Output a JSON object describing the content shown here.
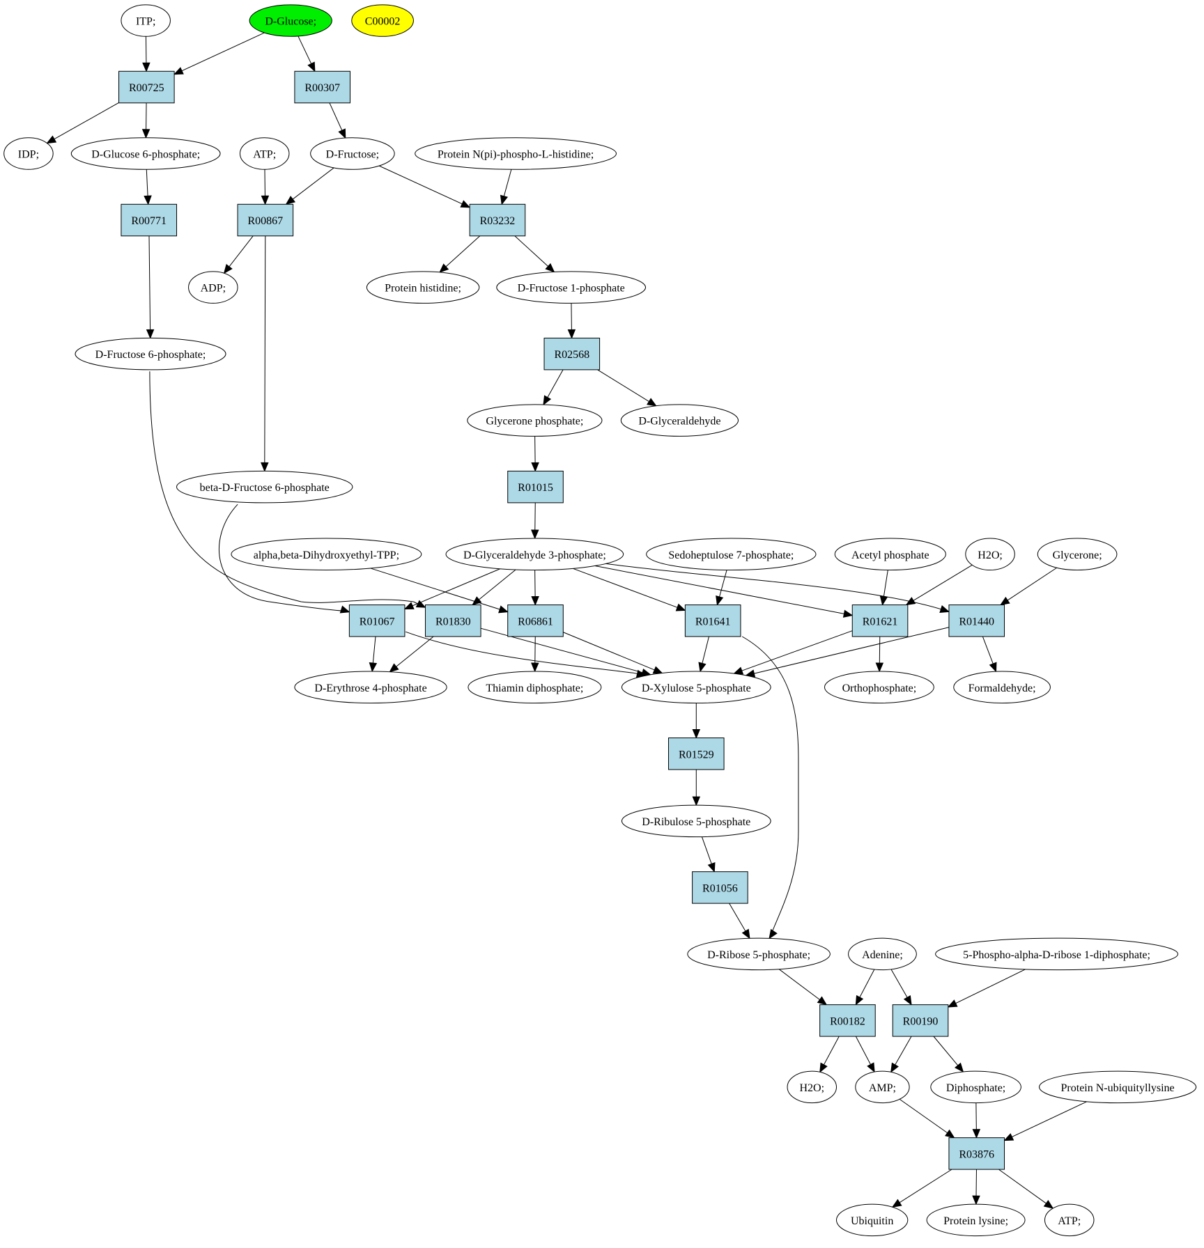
{
  "colors": {
    "reaction_fill": "#add8e6",
    "compound_fill": "#ffffff",
    "start_fill": "#00ee00",
    "target_fill": "#ffff00"
  },
  "nodes": [
    {
      "id": "ITP",
      "label": "ITP;",
      "kind": "compound"
    },
    {
      "id": "DGlc",
      "label": "D-Glucose;",
      "kind": "start"
    },
    {
      "id": "C00002",
      "label": "C00002",
      "kind": "target"
    },
    {
      "id": "R00725",
      "label": "R00725",
      "kind": "reaction"
    },
    {
      "id": "R00307",
      "label": "R00307",
      "kind": "reaction"
    },
    {
      "id": "IDP",
      "label": "IDP;",
      "kind": "compound"
    },
    {
      "id": "G6P",
      "label": "D-Glucose 6-phosphate;",
      "kind": "compound"
    },
    {
      "id": "ATP1",
      "label": "ATP;",
      "kind": "compound"
    },
    {
      "id": "DFru",
      "label": "D-Fructose;",
      "kind": "compound"
    },
    {
      "id": "PNpi",
      "label": "Protein N(pi)-phospho-L-histidine;",
      "kind": "compound"
    },
    {
      "id": "R00771",
      "label": "R00771",
      "kind": "reaction"
    },
    {
      "id": "R00867",
      "label": "R00867",
      "kind": "reaction"
    },
    {
      "id": "R03232",
      "label": "R03232",
      "kind": "reaction"
    },
    {
      "id": "ADP",
      "label": "ADP;",
      "kind": "compound"
    },
    {
      "id": "PHis",
      "label": "Protein histidine;",
      "kind": "compound"
    },
    {
      "id": "F1P",
      "label": "D-Fructose 1-phosphate",
      "kind": "compound"
    },
    {
      "id": "F6P",
      "label": "D-Fructose 6-phosphate;",
      "kind": "compound"
    },
    {
      "id": "R02568",
      "label": "R02568",
      "kind": "reaction"
    },
    {
      "id": "DHAP",
      "label": "Glycerone phosphate;",
      "kind": "compound"
    },
    {
      "id": "DGA",
      "label": "D-Glyceraldehyde",
      "kind": "compound"
    },
    {
      "id": "R01015",
      "label": "R01015",
      "kind": "reaction"
    },
    {
      "id": "bF6P",
      "label": "beta-D-Fructose 6-phosphate",
      "kind": "compound"
    },
    {
      "id": "TPP",
      "label": "alpha,beta-Dihydroxyethyl-TPP;",
      "kind": "compound"
    },
    {
      "id": "GAP",
      "label": "D-Glyceraldehyde 3-phosphate;",
      "kind": "compound"
    },
    {
      "id": "S7P",
      "label": "Sedoheptulose 7-phosphate;",
      "kind": "compound"
    },
    {
      "id": "AcP",
      "label": "Acetyl phosphate",
      "kind": "compound"
    },
    {
      "id": "H2O1",
      "label": "H2O;",
      "kind": "compound"
    },
    {
      "id": "Glyc",
      "label": "Glycerone;",
      "kind": "compound"
    },
    {
      "id": "R01067",
      "label": "R01067",
      "kind": "reaction"
    },
    {
      "id": "R01830",
      "label": "R01830",
      "kind": "reaction"
    },
    {
      "id": "R06861",
      "label": "R06861",
      "kind": "reaction"
    },
    {
      "id": "R01641",
      "label": "R01641",
      "kind": "reaction"
    },
    {
      "id": "R01621",
      "label": "R01621",
      "kind": "reaction"
    },
    {
      "id": "R01440",
      "label": "R01440",
      "kind": "reaction"
    },
    {
      "id": "E4P",
      "label": "D-Erythrose 4-phosphate",
      "kind": "compound"
    },
    {
      "id": "ThDP",
      "label": "Thiamin diphosphate;",
      "kind": "compound"
    },
    {
      "id": "X5P",
      "label": "D-Xylulose 5-phosphate",
      "kind": "compound"
    },
    {
      "id": "Pi",
      "label": "Orthophosphate;",
      "kind": "compound"
    },
    {
      "id": "HCHO",
      "label": "Formaldehyde;",
      "kind": "compound"
    },
    {
      "id": "R01529",
      "label": "R01529",
      "kind": "reaction"
    },
    {
      "id": "Ru5P",
      "label": "D-Ribulose 5-phosphate",
      "kind": "compound"
    },
    {
      "id": "R01056",
      "label": "R01056",
      "kind": "reaction"
    },
    {
      "id": "R5P",
      "label": "D-Ribose 5-phosphate;",
      "kind": "compound"
    },
    {
      "id": "Ade",
      "label": "Adenine;",
      "kind": "compound"
    },
    {
      "id": "PRPP",
      "label": "5-Phospho-alpha-D-ribose 1-diphosphate;",
      "kind": "compound"
    },
    {
      "id": "R00182",
      "label": "R00182",
      "kind": "reaction"
    },
    {
      "id": "R00190",
      "label": "R00190",
      "kind": "reaction"
    },
    {
      "id": "H2O2",
      "label": "H2O;",
      "kind": "compound"
    },
    {
      "id": "AMP",
      "label": "AMP;",
      "kind": "compound"
    },
    {
      "id": "PPi",
      "label": "Diphosphate;",
      "kind": "compound"
    },
    {
      "id": "PNub",
      "label": "Protein N-ubiquityllysine",
      "kind": "compound"
    },
    {
      "id": "R03876",
      "label": "R03876",
      "kind": "reaction"
    },
    {
      "id": "Ubq",
      "label": "Ubiquitin",
      "kind": "compound"
    },
    {
      "id": "PLys",
      "label": "Protein lysine;",
      "kind": "compound"
    },
    {
      "id": "ATP2",
      "label": "ATP;",
      "kind": "compound"
    }
  ],
  "edges": [
    [
      "ITP",
      "R00725"
    ],
    [
      "DGlc",
      "R00725"
    ],
    [
      "DGlc",
      "R00307"
    ],
    [
      "R00725",
      "IDP"
    ],
    [
      "R00725",
      "G6P"
    ],
    [
      "R00307",
      "DFru"
    ],
    [
      "G6P",
      "R00771"
    ],
    [
      "ATP1",
      "R00867"
    ],
    [
      "DFru",
      "R00867"
    ],
    [
      "DFru",
      "R03232"
    ],
    [
      "PNpi",
      "R03232"
    ],
    [
      "R00867",
      "ADP"
    ],
    [
      "R00867",
      "bF6P"
    ],
    [
      "R03232",
      "PHis"
    ],
    [
      "R03232",
      "F1P"
    ],
    [
      "R00771",
      "F6P"
    ],
    [
      "F1P",
      "R02568"
    ],
    [
      "R02568",
      "DHAP"
    ],
    [
      "R02568",
      "DGA"
    ],
    [
      "DHAP",
      "R01015"
    ],
    [
      "R01015",
      "GAP"
    ],
    [
      "F6P",
      "R01830"
    ],
    [
      "bF6P",
      "R01067"
    ],
    [
      "TPP",
      "R06861"
    ],
    [
      "GAP",
      "R01067"
    ],
    [
      "GAP",
      "R01830"
    ],
    [
      "GAP",
      "R06861"
    ],
    [
      "GAP",
      "R01641"
    ],
    [
      "GAP",
      "R01621"
    ],
    [
      "GAP",
      "R01440"
    ],
    [
      "S7P",
      "R01641"
    ],
    [
      "AcP",
      "R01621"
    ],
    [
      "H2O1",
      "R01621"
    ],
    [
      "Glyc",
      "R01440"
    ],
    [
      "R01067",
      "E4P"
    ],
    [
      "R01067",
      "X5P"
    ],
    [
      "R01830",
      "E4P"
    ],
    [
      "R01830",
      "X5P"
    ],
    [
      "R06861",
      "ThDP"
    ],
    [
      "R06861",
      "X5P"
    ],
    [
      "R01641",
      "X5P"
    ],
    [
      "R01641",
      "R5P"
    ],
    [
      "R01621",
      "X5P"
    ],
    [
      "R01621",
      "Pi"
    ],
    [
      "R01440",
      "X5P"
    ],
    [
      "R01440",
      "HCHO"
    ],
    [
      "X5P",
      "R01529"
    ],
    [
      "R01529",
      "Ru5P"
    ],
    [
      "Ru5P",
      "R01056"
    ],
    [
      "R01056",
      "R5P"
    ],
    [
      "R5P",
      "R00182"
    ],
    [
      "Ade",
      "R00182"
    ],
    [
      "Ade",
      "R00190"
    ],
    [
      "PRPP",
      "R00190"
    ],
    [
      "R00182",
      "H2O2"
    ],
    [
      "R00182",
      "AMP"
    ],
    [
      "R00190",
      "AMP"
    ],
    [
      "R00190",
      "PPi"
    ],
    [
      "AMP",
      "R03876"
    ],
    [
      "PPi",
      "R03876"
    ],
    [
      "PNub",
      "R03876"
    ],
    [
      "R03876",
      "Ubq"
    ],
    [
      "R03876",
      "PLys"
    ],
    [
      "R03876",
      "ATP2"
    ]
  ]
}
